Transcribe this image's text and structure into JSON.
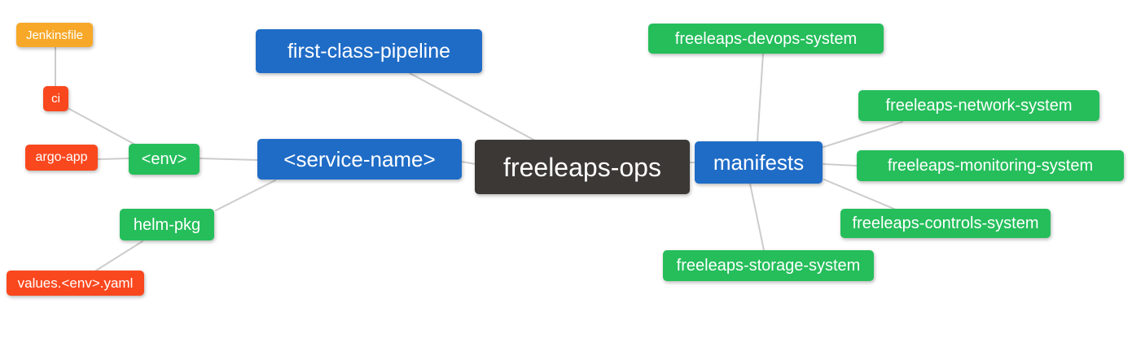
{
  "diagram": {
    "type": "mindmap",
    "background": "#ffffff",
    "edge_color": "#cccccc",
    "palette": {
      "blue": "#1F6CC7",
      "green": "#25BE5B",
      "red": "#FA481E",
      "amber": "#F7A829",
      "dark": "#3B3836",
      "text": "#FFFFFF"
    },
    "nodes": {
      "root": {
        "label": "freeleaps-ops",
        "color": "dark"
      },
      "pipeline": {
        "label": "first-class-pipeline",
        "color": "blue"
      },
      "service": {
        "label": "<service-name>",
        "color": "blue"
      },
      "manifests": {
        "label": "manifests",
        "color": "blue"
      },
      "env": {
        "label": "<env>",
        "color": "green"
      },
      "helm_pkg": {
        "label": "helm-pkg",
        "color": "green"
      },
      "ci": {
        "label": "ci",
        "color": "red"
      },
      "argo_app": {
        "label": "argo-app",
        "color": "red"
      },
      "jenkinsfile": {
        "label": "Jenkinsfile",
        "color": "amber"
      },
      "values_yaml": {
        "label": "values.<env>.yaml",
        "color": "red"
      },
      "devops": {
        "label": "freeleaps-devops-system",
        "color": "green"
      },
      "network": {
        "label": "freeleaps-network-system",
        "color": "green"
      },
      "monitoring": {
        "label": "freeleaps-monitoring-system",
        "color": "green"
      },
      "controls": {
        "label": "freeleaps-controls-system",
        "color": "green"
      },
      "storage": {
        "label": "freeleaps-storage-system",
        "color": "green"
      }
    },
    "edges": [
      [
        "jenkinsfile",
        "ci"
      ],
      [
        "ci",
        "env"
      ],
      [
        "argo_app",
        "env"
      ],
      [
        "env",
        "service"
      ],
      [
        "helm_pkg",
        "service"
      ],
      [
        "values_yaml",
        "helm_pkg"
      ],
      [
        "pipeline",
        "root"
      ],
      [
        "service",
        "root"
      ],
      [
        "root",
        "manifests"
      ],
      [
        "manifests",
        "devops"
      ],
      [
        "manifests",
        "network"
      ],
      [
        "manifests",
        "monitoring"
      ],
      [
        "manifests",
        "controls"
      ],
      [
        "manifests",
        "storage"
      ]
    ]
  }
}
